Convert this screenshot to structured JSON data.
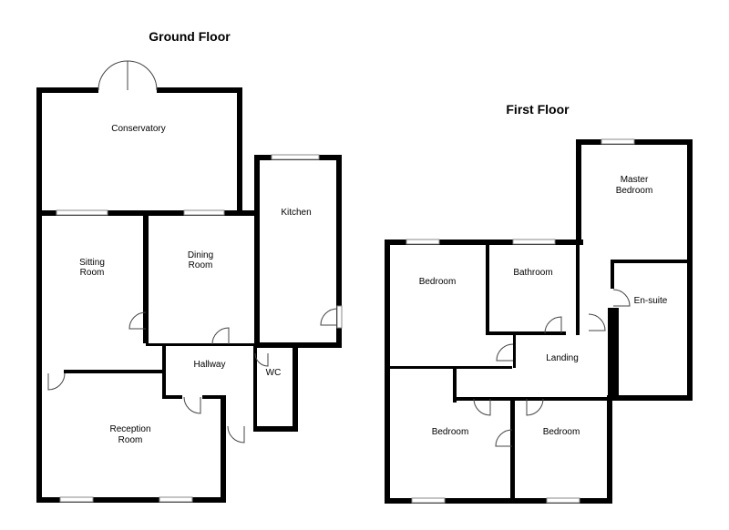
{
  "titles": {
    "ground": "Ground Floor",
    "first": "First Floor"
  },
  "rooms": {
    "conservatory": "Conservatory",
    "kitchen": "Kitchen",
    "sitting_1": "Sitting",
    "sitting_2": "Room",
    "dining_1": "Dining",
    "dining_2": "Room",
    "hallway": "Hallway",
    "wc": "WC",
    "reception_1": "Reception",
    "reception_2": "Room",
    "master_1": "Master",
    "master_2": "Bedroom",
    "bedroom_tl": "Bedroom",
    "bathroom": "Bathroom",
    "ensuite": "En-suite",
    "landing": "Landing",
    "bedroom_bl": "Bedroom",
    "bedroom_br": "Bedroom"
  },
  "colors": {
    "wall": "#000000",
    "background": "#ffffff"
  }
}
